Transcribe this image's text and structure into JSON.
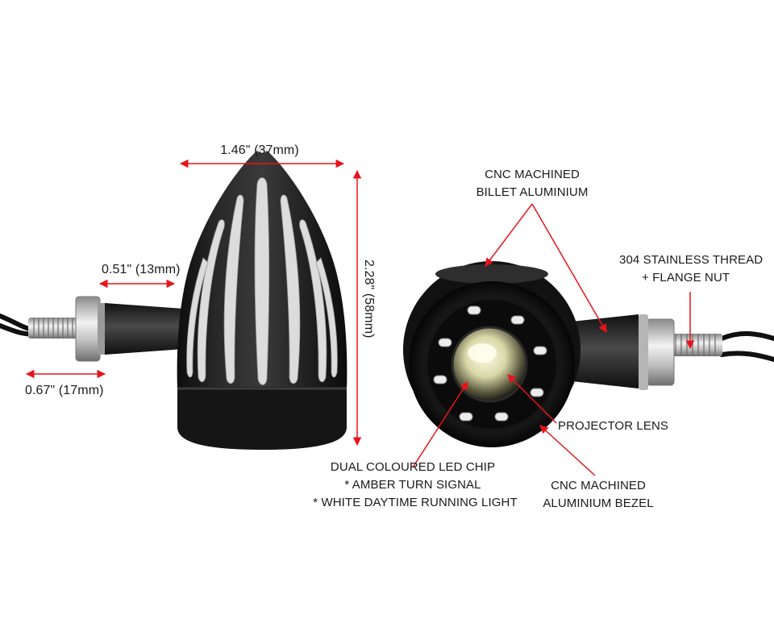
{
  "colors": {
    "annotation": "#e8141b",
    "body_black": "#1c1c1c",
    "chrome": "#d8d8d8",
    "led_amber_white": "#f3f1c6",
    "background": "#ffffff"
  },
  "dimensions": {
    "width": "1.46\" (37mm)",
    "height": "2.28\" (58mm)",
    "stem": "0.51\" (13mm)",
    "thread": "0.67\" (17mm)"
  },
  "callouts": {
    "billet_line1": "CNC MACHINED",
    "billet_line2": "BILLET ALUMINIUM",
    "thread_line1": "304 STAINLESS THREAD",
    "thread_line2": "+ FLANGE NUT",
    "lens": "PROJECTOR LENS",
    "led_line1": "DUAL COLOURED LED CHIP",
    "led_line2": "* AMBER TURN SIGNAL",
    "led_line3": "* WHITE DAYTIME RUNNING LIGHT",
    "bezel_line1": "CNC MACHINED",
    "bezel_line2": "ALUMINIUM BEZEL"
  }
}
